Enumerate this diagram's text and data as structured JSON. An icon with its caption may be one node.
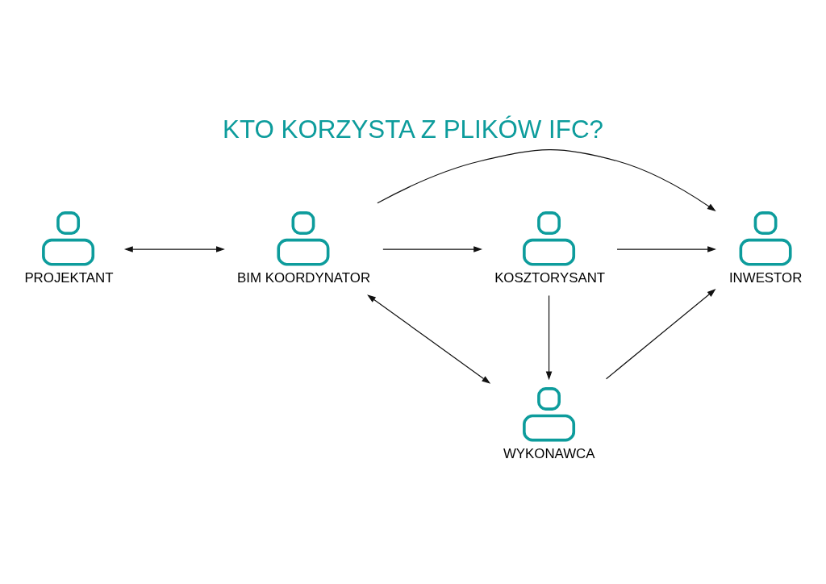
{
  "diagram": {
    "title": "KTO KORZYSTA Z PLIKÓW IFC?",
    "nodes": [
      {
        "text": [
          "WYKONAWCA"
        ]
      },
      {
        "text": [
          "PROJEKTANT"
        ]
      },
      {
        "text": [
          "BIM KOORDYNATOR"
        ]
      },
      {
        "text": [
          "INWESTOR"
        ]
      },
      {
        "text": [
          "KOSZTORYSANT"
        ]
      }
    ],
    "edges": [
      {
        "from": 1,
        "to": 2,
        "arrow": "both"
      },
      {
        "from": 2,
        "to": 0,
        "arrow": "both"
      },
      {
        "from": 0,
        "to": 3,
        "arrow": "to"
      },
      {
        "from": 2,
        "to": 3,
        "arrow": "to"
      },
      {
        "from": 2,
        "to": 4,
        "arrow": "to"
      },
      {
        "from": 4,
        "to": 0,
        "arrow": "to"
      },
      {
        "from": 4,
        "to": 3,
        "arrow": "to"
      }
    ]
  }
}
